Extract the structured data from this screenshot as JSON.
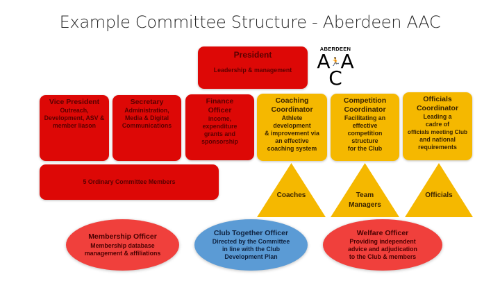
{
  "title": "Example Committee Structure - Aberdeen AAC",
  "logo": {
    "top": "ABERDEEN",
    "line1": "AAA",
    "line2": "C",
    "icon": "running-figure-icon"
  },
  "colors": {
    "red": "#dd0806",
    "yellow": "#f5b800",
    "ellipse_red": "#f0403c",
    "ellipse_blue": "#5b9bd5"
  },
  "president": {
    "title": "President",
    "desc": "Leadership & management"
  },
  "red_roles": [
    {
      "title": "Vice President",
      "desc": [
        "Outreach,",
        "Development, ASV &",
        "member liason"
      ]
    },
    {
      "title": "Secretary",
      "desc": [
        "Administration,",
        "Media & Digital",
        "Communications"
      ]
    },
    {
      "title": "Finance Officer",
      "title_lines": [
        "Finance",
        "Officer"
      ],
      "desc": [
        "income,",
        "expenditure",
        "grants and",
        "sponsorship"
      ]
    }
  ],
  "ordinary_members": "5 Ordinary Committee Members",
  "yellow_roles": [
    {
      "title_lines": [
        "Coaching",
        "Coordinator"
      ],
      "desc": [
        "Athlete",
        "development",
        "& improvement via",
        "an effective",
        "coaching system"
      ]
    },
    {
      "title_lines": [
        "Competition",
        "Coordinator"
      ],
      "desc": [
        "Facilitating an",
        "effective",
        "competition",
        "structure",
        "for the Club"
      ]
    },
    {
      "title_lines": [
        "Officials",
        "Coordinator"
      ],
      "desc": [
        "Leading a",
        "cadre of",
        "officials meeting Club",
        "and national",
        "requirements"
      ]
    }
  ],
  "triangles": [
    {
      "lines": [
        "Coaches"
      ]
    },
    {
      "lines": [
        "Team",
        "Managers"
      ]
    },
    {
      "lines": [
        "Officials"
      ]
    }
  ],
  "ellipses": [
    {
      "title": "Membership Officer",
      "desc": [
        "Membership database",
        "management & affiliations"
      ]
    },
    {
      "title": "Club Together Officer",
      "desc": [
        "Directed by the Committee",
        "in line with the Club",
        "Development Plan"
      ]
    },
    {
      "title": "Welfare Officer",
      "desc": [
        "Providing independent",
        "advice and adjudication",
        "to the Club & members"
      ]
    }
  ]
}
